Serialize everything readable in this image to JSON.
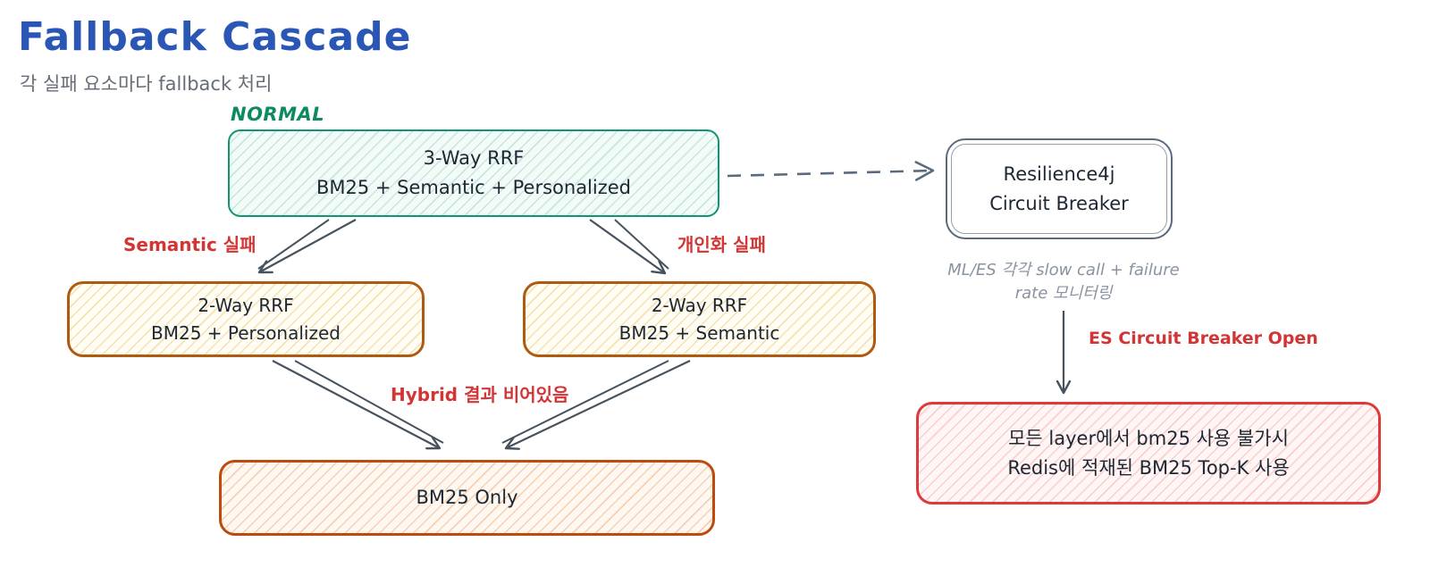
{
  "title": "Fallback Cascade",
  "subtitle": "각 실패 요소마다 fallback 처리",
  "normal_label": "NORMAL",
  "nodes": {
    "three_way_rrf": {
      "line1": "3-Way RRF",
      "line2": "BM25 + Semantic + Personalized"
    },
    "two_way_left": {
      "line1": "2-Way RRF",
      "line2": "BM25 + Personalized"
    },
    "two_way_right": {
      "line1": "2-Way RRF",
      "line2": "BM25 + Semantic"
    },
    "bm25_only": {
      "label": "BM25 Only"
    },
    "circuit_breaker": {
      "line1": "Resilience4j",
      "line2": "Circuit Breaker"
    },
    "redis_fallback": {
      "line1": "모든 layer에서 bm25 사용 불가시",
      "line2": "Redis에 적재된 BM25 Top-K 사용"
    }
  },
  "labels": {
    "semantic_fail": "Semantic 실패",
    "personalization_fail": "개인화 실패",
    "hybrid_empty": "Hybrid 결과 비어있음",
    "monitoring_line1": "ML/ES 각각 slow call",
    "monitoring_line2": "+ failure rate 모니터링",
    "es_breaker_open": "ES Circuit Breaker Open"
  },
  "colors": {
    "title_blue": "#2a56b5",
    "normal_green": "#0e8a63",
    "green_border": "#0f9573",
    "orange_border": "#b05a10",
    "bm25_border": "#bf4a0d",
    "red_border": "#dd3b3b",
    "fail_label_red": "#d23535",
    "muted_gray": "#8a93a0",
    "arrow_gray": "#46525e"
  }
}
